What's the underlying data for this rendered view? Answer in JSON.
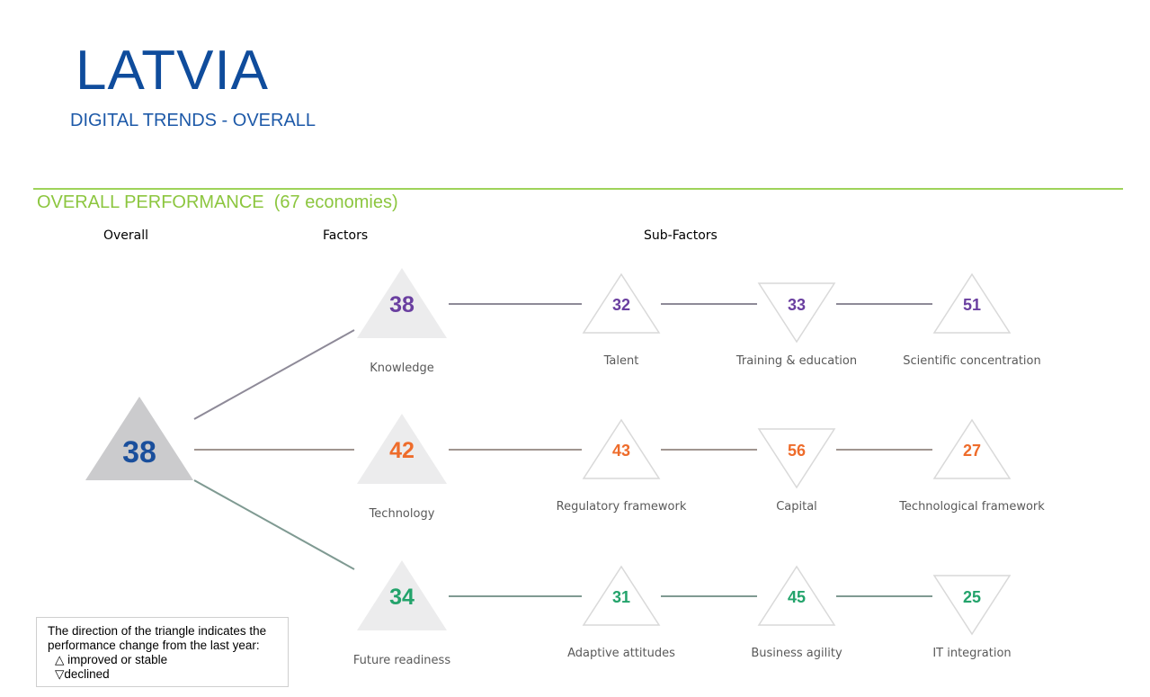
{
  "header": {
    "country": "LATVIA",
    "subtitle": "DIGITAL TRENDS - OVERALL"
  },
  "section": {
    "title": "OVERALL PERFORMANCE  (67 economies)",
    "columns": {
      "overall": "Overall",
      "factors": "Factors",
      "subfactors": "Sub-Factors"
    }
  },
  "colors": {
    "overall_rank": "#1a4f9c",
    "knowledge": "#6a3fa0",
    "technology": "#ee6c2b",
    "future_readiness": "#23a36b",
    "accent_green": "#8cc63f",
    "title_blue": "#0f4c9c"
  },
  "overall": {
    "rank": 38,
    "direction": "up"
  },
  "factors": [
    {
      "name": "Knowledge",
      "rank": 38,
      "direction": "up",
      "color_key": "knowledge",
      "subfactors": [
        {
          "name": "Talent",
          "rank": 32,
          "direction": "up"
        },
        {
          "name": "Training & education",
          "rank": 33,
          "direction": "down"
        },
        {
          "name": "Scientific concentration",
          "rank": 51,
          "direction": "up"
        }
      ]
    },
    {
      "name": "Technology",
      "rank": 42,
      "direction": "up",
      "color_key": "technology",
      "subfactors": [
        {
          "name": "Regulatory framework",
          "rank": 43,
          "direction": "up"
        },
        {
          "name": "Capital",
          "rank": 56,
          "direction": "down"
        },
        {
          "name": "Technological framework",
          "rank": 27,
          "direction": "up"
        }
      ]
    },
    {
      "name": "Future readiness",
      "rank": 34,
      "direction": "up",
      "color_key": "future_readiness",
      "subfactors": [
        {
          "name": "Adaptive attitudes",
          "rank": 31,
          "direction": "up"
        },
        {
          "name": "Business agility",
          "rank": 45,
          "direction": "up"
        },
        {
          "name": "IT integration",
          "rank": 25,
          "direction": "down"
        }
      ]
    }
  ],
  "legend": {
    "line1": "The direction of the triangle indicates the",
    "line2": "performance change from the last year:",
    "improved": "△ improved or stable",
    "declined": "▽declined"
  }
}
